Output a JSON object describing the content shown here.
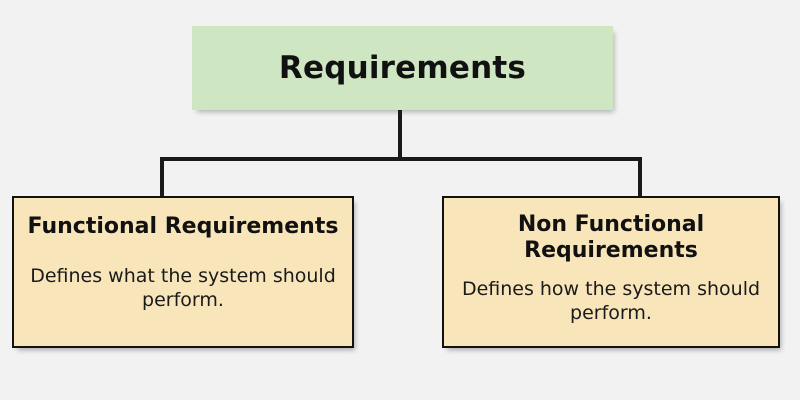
{
  "diagram": {
    "type": "hierarchy-tree",
    "background_color": "#f2f2f2",
    "root": {
      "label": "Requirements",
      "fill_color": "#cfe6c2",
      "text_color": "#111111"
    },
    "children": [
      {
        "heading": "Functional Requirements",
        "body": "Defines what the system should perform.",
        "fill_color": "#f8e5ba",
        "border_color": "#111111"
      },
      {
        "heading": "Non Functional Requirements",
        "body": "Defines how the system should perform.",
        "fill_color": "#f8e5ba",
        "border_color": "#111111"
      }
    ],
    "connector_color": "#1a1a1a"
  }
}
